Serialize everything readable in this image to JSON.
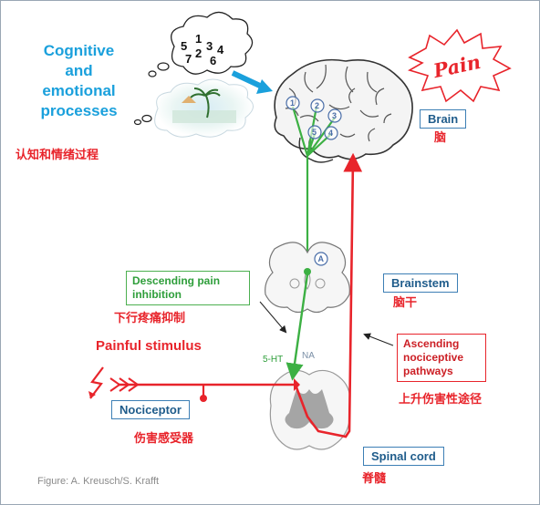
{
  "cognitive": {
    "title_en": "Cognitive and emotional processes",
    "title_cn": "认知和情绪过程",
    "thought_numbers": [
      "5",
      "1",
      "2",
      "3",
      "4",
      "7",
      "6"
    ]
  },
  "pain_label": "Pain",
  "brain": {
    "label_en": "Brain",
    "label_cn": "脑",
    "region_numbers": [
      "1",
      "2",
      "3",
      "4",
      "5"
    ]
  },
  "brainstem": {
    "label_en": "Brainstem",
    "label_cn": "脑干",
    "marker": "A"
  },
  "descending": {
    "label_en": "Descending pain inhibition",
    "label_cn": "下行疼痛抑制"
  },
  "stimulus": {
    "label_en": "Painful stimulus"
  },
  "ascending": {
    "label_en": "Ascending nociceptive pathways",
    "label_cn": "上升伤害性途径"
  },
  "nociceptor": {
    "label_en": "Nociceptor",
    "label_cn": "伤害感受器"
  },
  "spinal": {
    "label_en": "Spinal cord",
    "label_cn": "脊髓"
  },
  "neurotransmitters": {
    "serotonin": "5-HT",
    "noradrenaline": "NA"
  },
  "credit": "Figure: A. Kreusch/S. Krafft",
  "colors": {
    "descending": "#3cb043",
    "ascending": "#e8242b",
    "accent": "#1aa0dc",
    "label_blue": "#1f5c8b"
  },
  "icons": [
    "thought-cloud-icon",
    "beach-cloud-icon",
    "brain-icon",
    "pain-burst-icon",
    "lightning-icon",
    "arrow-icon"
  ]
}
